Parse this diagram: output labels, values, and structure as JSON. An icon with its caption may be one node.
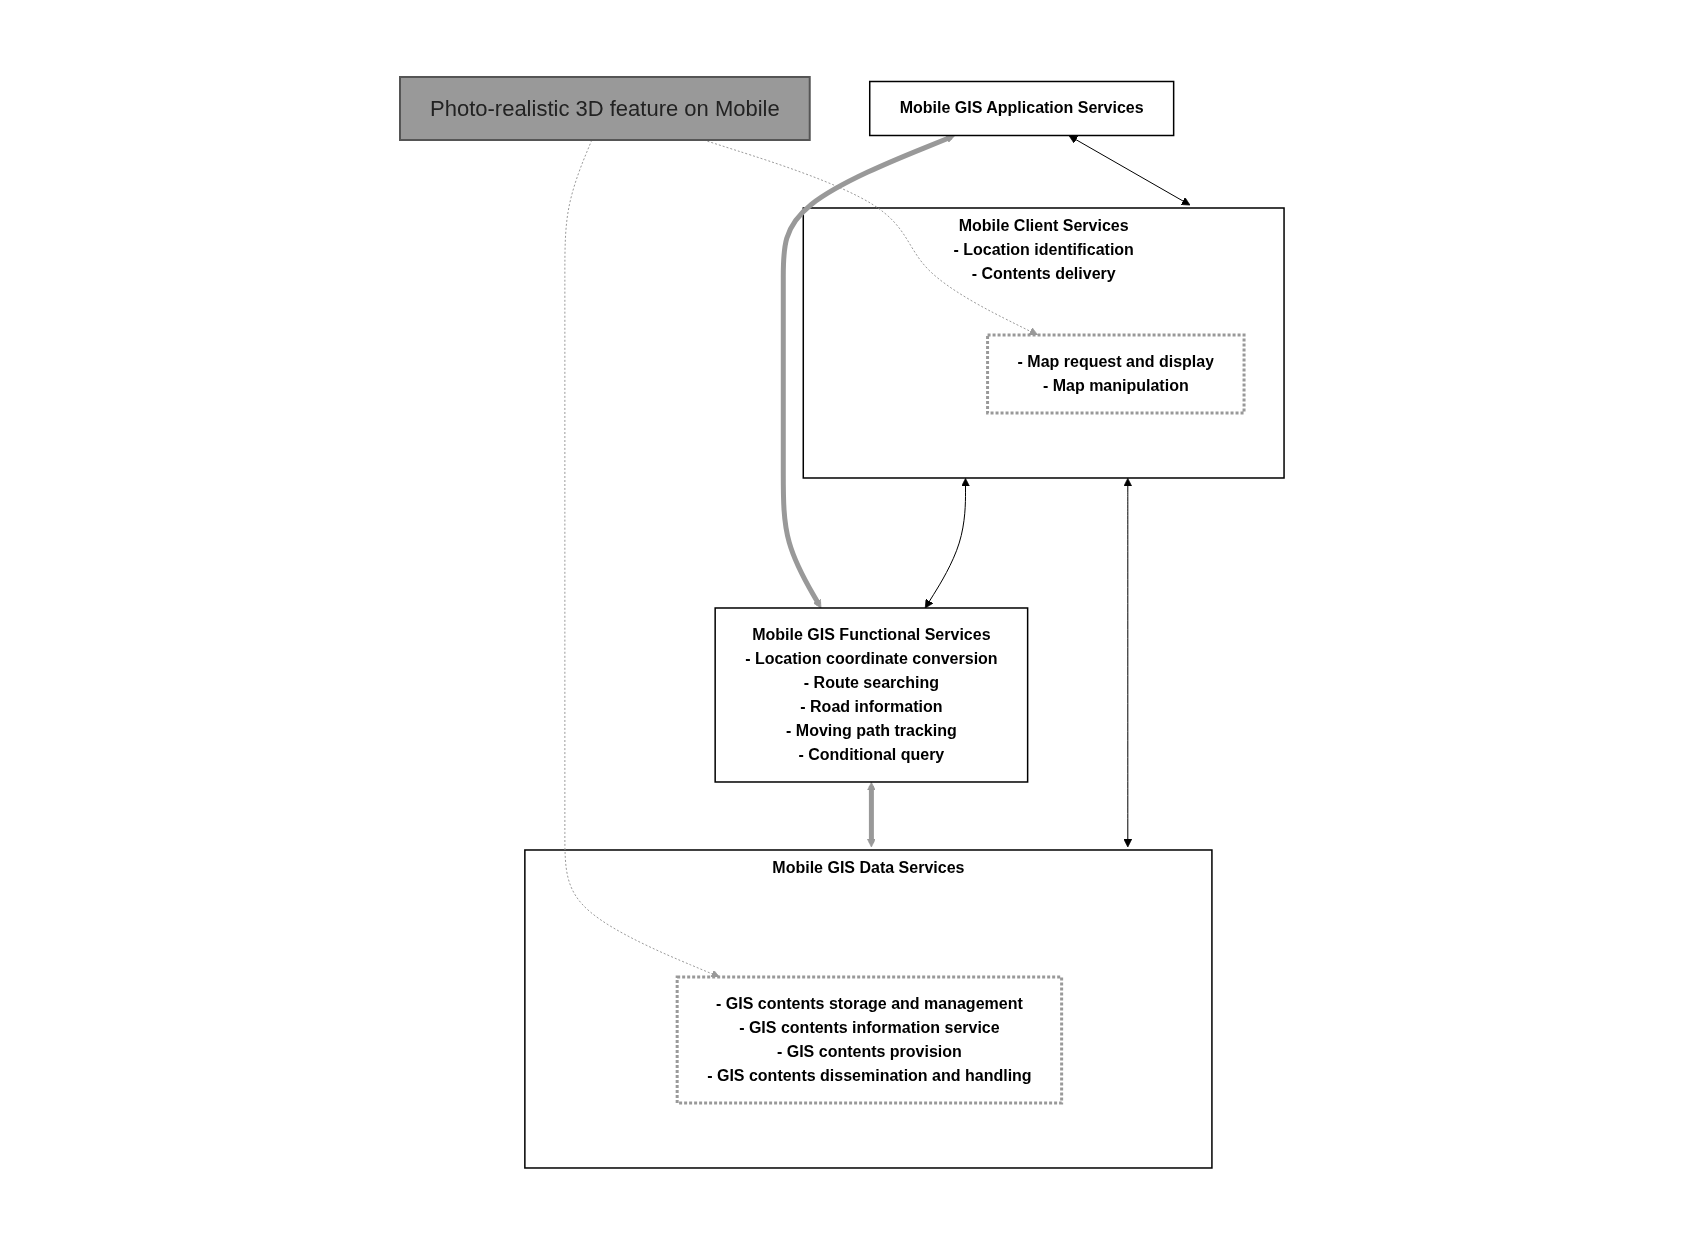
{
  "diagram": {
    "nodes": [
      {
        "text": [
          "Mobile GIS Application Services"
        ]
      },
      {
        "text": [
          "Mobile Client Services",
          "- Location identification",
          "- Contents delivery"
        ]
      },
      {
        "text": [
          "- Map request and display",
          "- Map manipulation"
        ],
        "in": 1
      },
      {
        "text": [
          "Mobile GIS Functional Services",
          "- Location coordinate conversion",
          "- Route searching",
          "- Road information",
          "- Moving path tracking",
          "- Conditional query"
        ]
      },
      {
        "text": [
          "Mobile GIS Data Services"
        ]
      },
      {
        "text": [
          "- GIS contents storage and management",
          "- GIS contents information service",
          "- GIS contents provision",
          "- GIS contents dissemination and handling"
        ],
        "in": 4
      },
      {
        "text": [
          "Photo-realistic 3D feature on Mobile"
        ]
      }
    ],
    "edges": [
      {
        "from": 0,
        "to": 1,
        "arrow": "both",
        "color": "#000000"
      },
      {
        "from": 0,
        "to": 3,
        "arrow": "both",
        "style": "thick",
        "color": "#999999"
      },
      {
        "from": 1,
        "to": 3,
        "arrow": "both",
        "color": "#000000"
      },
      {
        "from": 3,
        "to": 4,
        "arrow": "both",
        "style": "thick",
        "color": "#999999"
      },
      {
        "from": 1,
        "to": 4,
        "arrow": "both",
        "color": "#000000"
      },
      {
        "from": 6,
        "to": 2,
        "arrow": "to",
        "style": "dashed",
        "color": "#999999"
      },
      {
        "from": 6,
        "to": 5,
        "arrow": "to",
        "style": "dashed",
        "color": "#999999"
      }
    ]
  }
}
